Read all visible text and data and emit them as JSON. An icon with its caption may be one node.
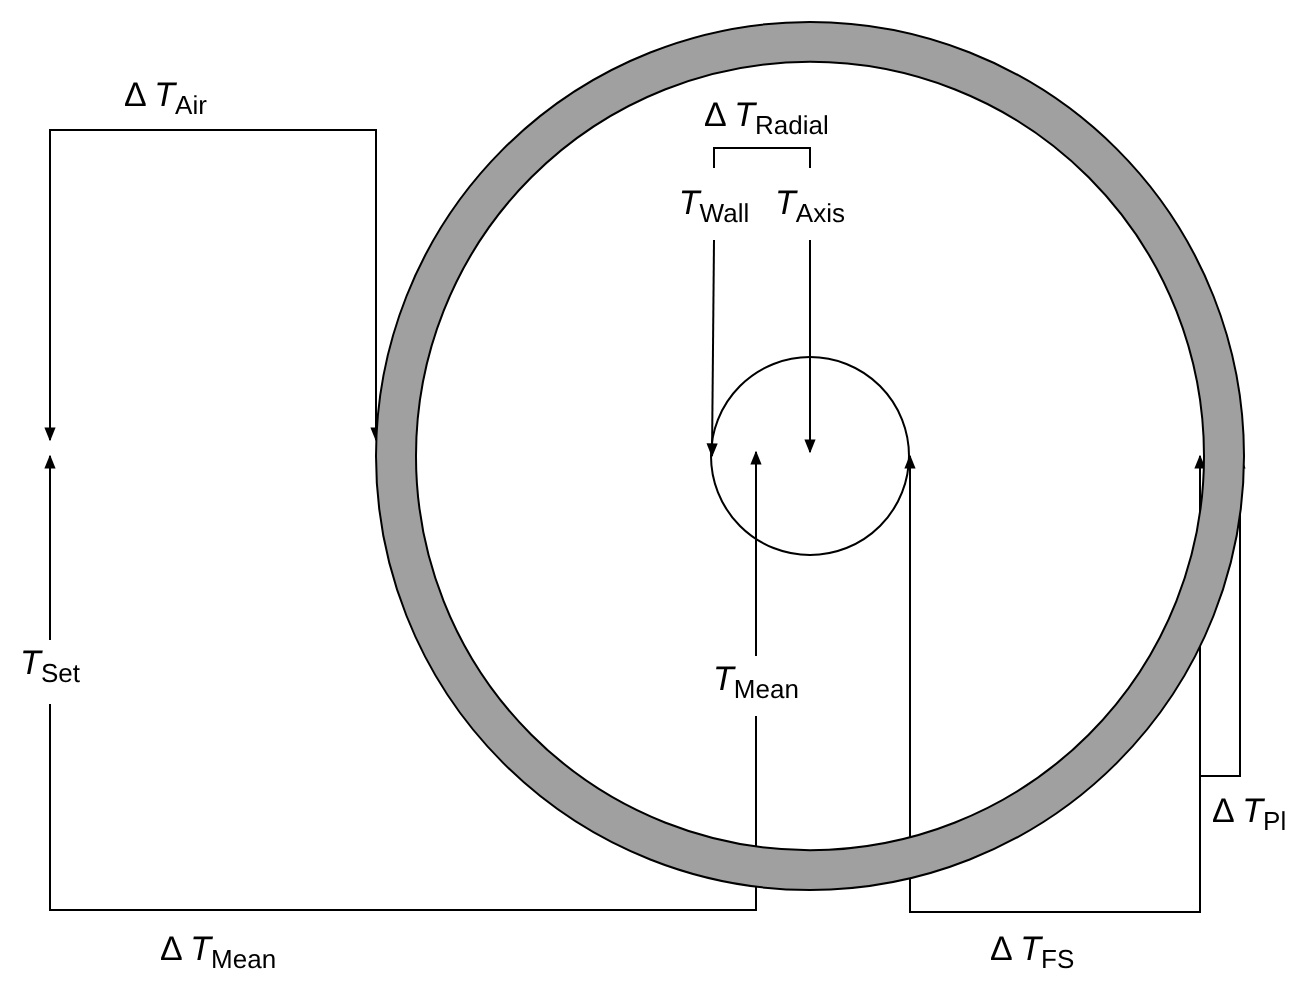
{
  "diagram": {
    "nodes": [
      {
        "text": [],
        "shape": "circle"
      },
      {
        "text": [],
        "shape": "circle",
        "in": 0
      },
      {
        "text": [
          "*T*$_{Wall}$"
        ],
        "in": 0
      },
      {
        "text": [
          "*T*$_{Axis}$"
        ],
        "in": 0
      },
      {
        "text": [
          "*T*$_{Set}$"
        ]
      },
      {
        "text": [
          "*T*$_{Mean}$"
        ],
        "in": 0
      }
    ],
    "edges": [
      {
        "from": 2,
        "to": 1,
        "arrow": "to"
      },
      {
        "from": 3,
        "to": 1,
        "arrow": "to"
      },
      {
        "from": 5,
        "to": 1,
        "arrow": "to"
      },
      {
        "from": 4,
        "to": null,
        "arrow": "to"
      },
      {
        "from": null,
        "to": 0,
        "arrow": "both",
        "label": "Δ *T*$_{Air}$"
      },
      {
        "from": 2,
        "to": 3,
        "arrow": "none",
        "label": "Δ *T*$_{Radial}$"
      },
      {
        "from": 4,
        "to": 5,
        "arrow": "none",
        "label": "Δ *T*$_{Mean}$"
      },
      {
        "from": 1,
        "to": 0,
        "arrow": "both",
        "label": "Δ *T*$_{FS}$"
      },
      {
        "from": null,
        "to": 0,
        "arrow": "to",
        "label": "Δ *T*$_{Pl}$"
      }
    ]
  }
}
